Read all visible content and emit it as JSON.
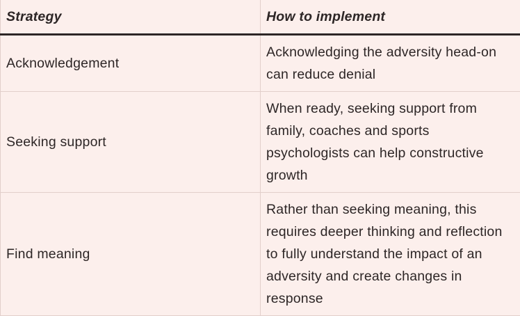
{
  "table": {
    "headers": [
      "Strategy",
      "How to implement"
    ],
    "rows": [
      {
        "strategy": "Acknowledgement",
        "implement": "Acknowledging the adversity head-on can reduce denial"
      },
      {
        "strategy": "Seeking support",
        "implement": "When ready, seeking support from family, coaches and sports psychologists can help constructive growth"
      },
      {
        "strategy": "Find meaning",
        "implement": "Rather than seeking meaning, this requires deeper thinking and reflection to fully understand the impact of an adversity and create changes in response"
      }
    ]
  }
}
